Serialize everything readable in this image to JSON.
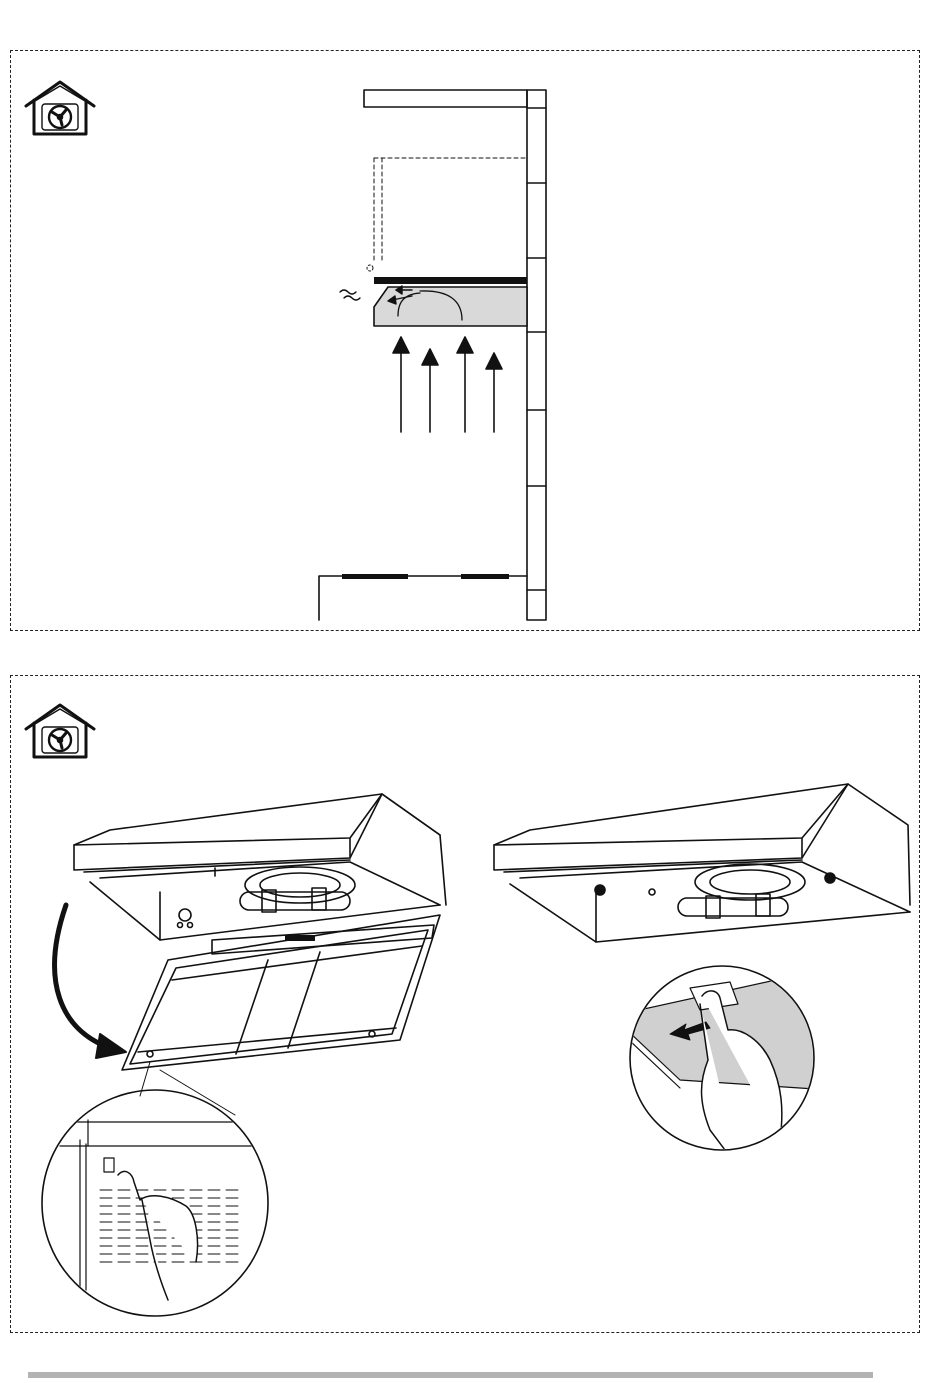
{
  "diagram": {
    "mode": "recirculation",
    "panels": [
      {
        "id": "recirculation-airflow",
        "icon": "house-fan-recirculation-icon"
      },
      {
        "id": "grease-filter-removal",
        "icon": "house-fan-recirculation-icon"
      }
    ]
  },
  "colors": {
    "line": "#111111",
    "hood_fill": "#d9d9d9",
    "filter_fill": "#d0d0d0",
    "panel_border": "#222222",
    "footer_bar": "#b3b3b3"
  }
}
